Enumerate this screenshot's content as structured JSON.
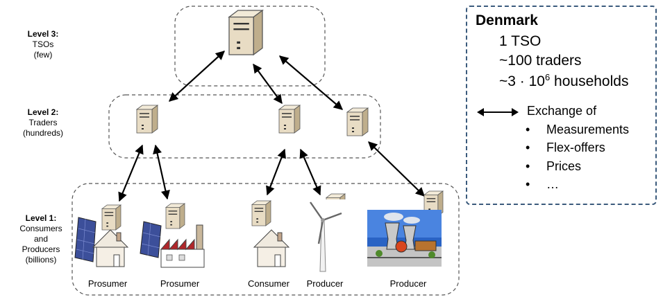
{
  "levels": [
    {
      "id": "level3",
      "title": "Level 3:",
      "lines": [
        "TSOs",
        "(few)"
      ]
    },
    {
      "id": "level2",
      "title": "Level 2:",
      "lines": [
        "Traders",
        "(hundreds)"
      ]
    },
    {
      "id": "level1",
      "title": "Level 1:",
      "lines": [
        "Consumers",
        "and",
        "Producers",
        "(billions)"
      ]
    }
  ],
  "nodes": [
    {
      "id": "prosumer-1",
      "label": "Prosumer"
    },
    {
      "id": "prosumer-2",
      "label": "Prosumer"
    },
    {
      "id": "consumer",
      "label": "Consumer"
    },
    {
      "id": "producer-wind",
      "label": "Producer"
    },
    {
      "id": "producer-plant",
      "label": "Producer"
    }
  ],
  "legend": {
    "title": "Denmark",
    "facts": [
      "1 TSO",
      "~100 traders",
      "~3 · 10",
      "6",
      " households"
    ],
    "exchange_label": "Exchange of",
    "exchange_items": [
      "Measurements",
      "Flex-offers",
      "Prices",
      "…"
    ],
    "bullet": "•"
  },
  "colors": {
    "group_border": "#555555",
    "legend_border": "#3a5a7c",
    "server_body": "#e8dcc4",
    "server_shade": "#bfae8c"
  }
}
